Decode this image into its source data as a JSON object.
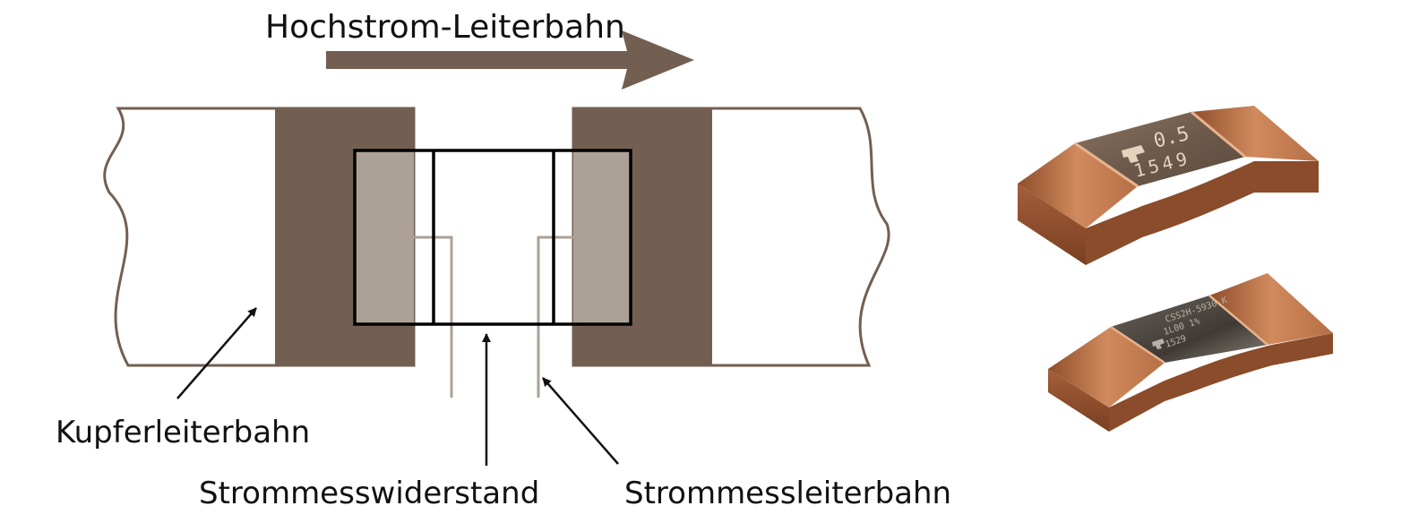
{
  "labels": {
    "current_arrow": "Hochstrom-Leiterbahn",
    "copper_trace": "Kupferleiterbahn",
    "shunt_resistor": "Strommesswiderstand",
    "sense_trace": "Strommessleiterbahn"
  },
  "resistor_markings": {
    "top_value": "0.5",
    "top_code": "1549",
    "bottom_line1": "CSS2H-5930 K",
    "bottom_line2": "1L00 1%",
    "bottom_line3": "1529"
  },
  "colors": {
    "pad": "#735f51",
    "pad_light": "#aba197",
    "outline": "#735f51",
    "copper": "#c47a4d",
    "resistive_element_top": "#7a6555",
    "resistive_element_bottom": "#4f4740"
  }
}
